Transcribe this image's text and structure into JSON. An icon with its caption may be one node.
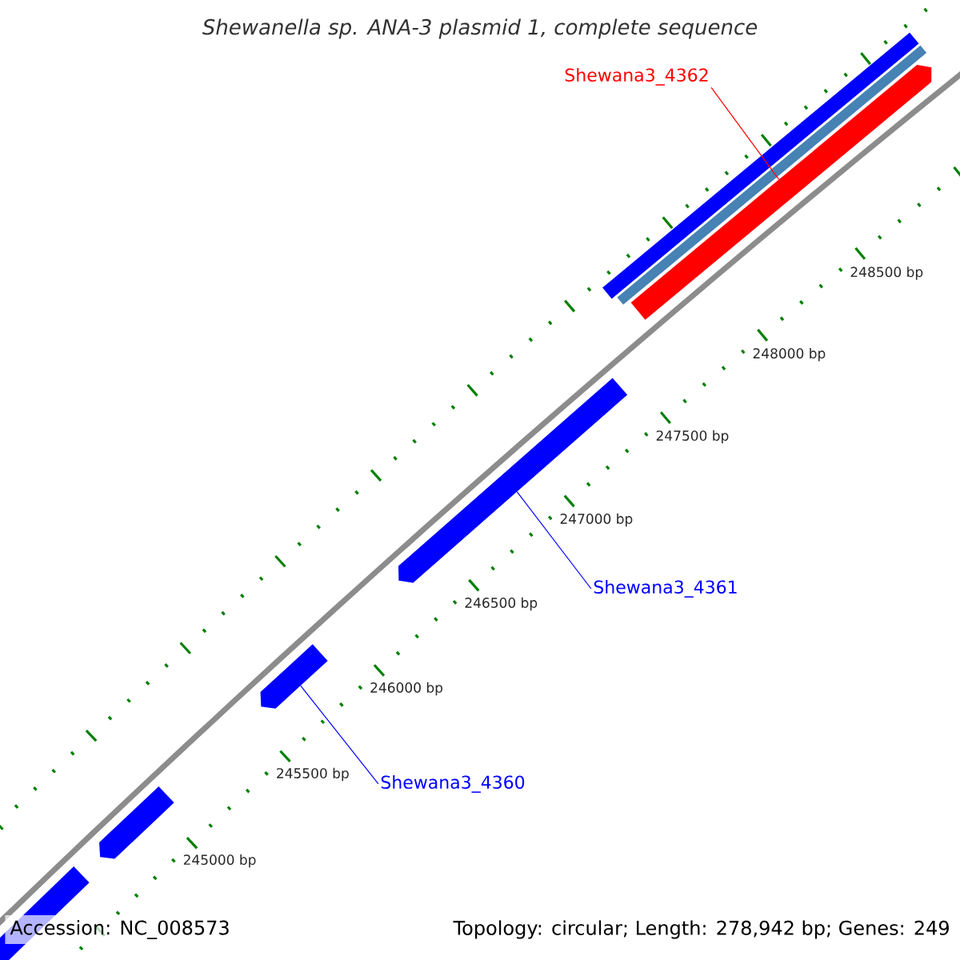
{
  "diagram": {
    "title": "Shewanella sp. ANA-3 plasmid 1, complete sequence",
    "nodes": [
      {
        "text": [
          "Shewana3_4362"
        ]
      },
      {
        "text": [],
        "shape": "bar"
      },
      {
        "text": [],
        "shape": "bar"
      },
      {
        "text": [],
        "shape": "bar"
      },
      {
        "text": [],
        "shape": "bar"
      },
      {
        "text": [
          "Shewana3_4361"
        ]
      },
      {
        "text": [],
        "shape": "bar"
      },
      {
        "text": [
          "Shewana3_4360"
        ]
      },
      {
        "text": [],
        "shape": "bar"
      },
      {
        "text": [],
        "shape": "bar"
      }
    ],
    "edges": [
      {
        "from": 0,
        "to": 3,
        "arrow": "none",
        "color": "#ff0000"
      },
      {
        "from": 5,
        "to": 4,
        "arrow": "none"
      },
      {
        "from": 7,
        "to": 6,
        "arrow": "none"
      }
    ],
    "labels": [
      "248500 bp",
      "248000 bp",
      "247500 bp",
      "247000 bp",
      "246500 bp",
      "246000 bp",
      "245500 bp",
      "245000 bp",
      "Accession: NC_008573",
      "Topology: circular; Length: 278,942 bp; Genes: 249"
    ]
  }
}
